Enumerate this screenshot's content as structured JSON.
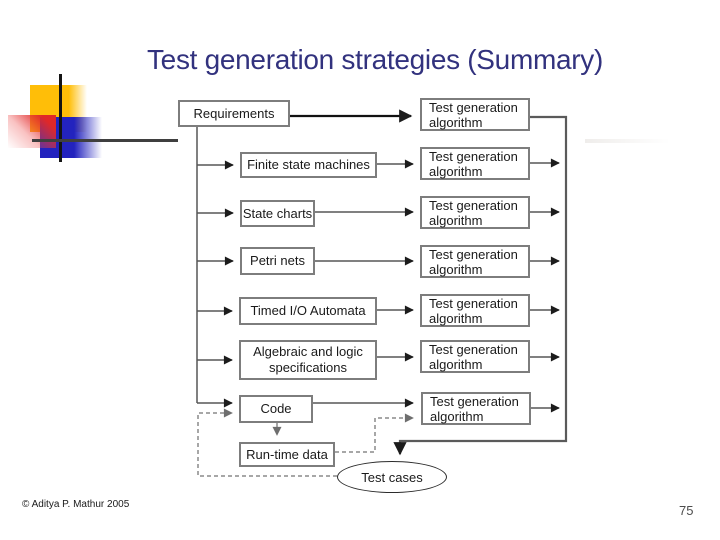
{
  "slide": {
    "title": "Test generation strategies (Summary)",
    "footer": "© Aditya P. Mathur 2005",
    "page_number": "75"
  },
  "diagram": {
    "sources": [
      {
        "label": "Requirements"
      },
      {
        "label": "Finite state machines"
      },
      {
        "label": "State charts"
      },
      {
        "label": "Petri nets"
      },
      {
        "label": "Timed I/O Automata"
      },
      {
        "label": "Algebraic and logic specifications"
      },
      {
        "label": "Code"
      },
      {
        "label": "Run-time data"
      }
    ],
    "algorithm_label": "Test generation algorithm",
    "output_label": "Test cases"
  },
  "colors": {
    "title": "#32327E",
    "accent_yellow": "#FFBE08",
    "accent_blue": "#2323BE",
    "accent_red": "#E02828"
  }
}
